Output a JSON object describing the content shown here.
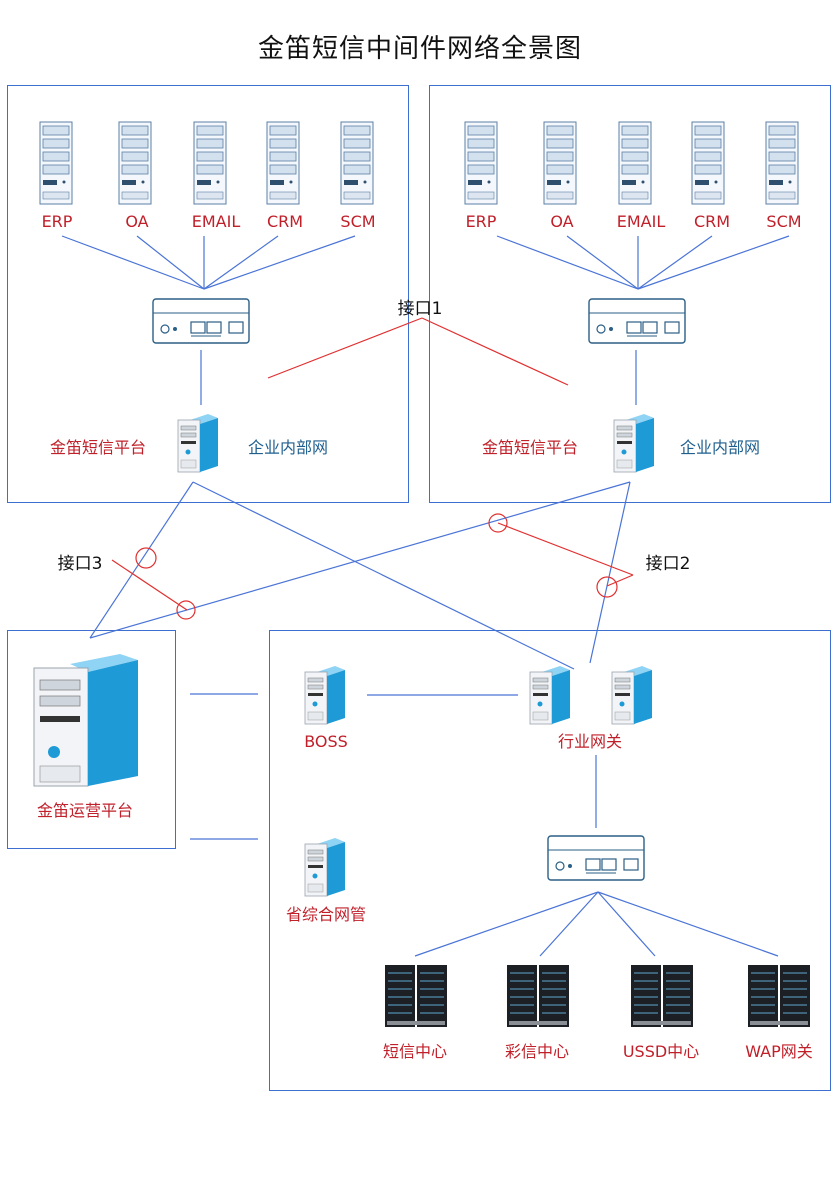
{
  "title": "金笛短信中间件网络全景图",
  "colors": {
    "blue_line": "#4a74d6",
    "red_line": "#e03030",
    "label_red": "#c0202a",
    "label_blue": "#1f5f8f"
  },
  "enterprise_left": {
    "apps": [
      "ERP",
      "OA",
      "EMAIL",
      "CRM",
      "SCM"
    ],
    "platform": "金笛短信平台",
    "network": "企业内部网"
  },
  "enterprise_right": {
    "apps": [
      "ERP",
      "OA",
      "EMAIL",
      "CRM",
      "SCM"
    ],
    "platform": "金笛短信平台",
    "network": "企业内部网"
  },
  "interfaces": {
    "if1": "接口1",
    "if2": "接口2",
    "if3": "接口3"
  },
  "operator": {
    "platform": "金笛运营平台"
  },
  "carrier": {
    "boss": "BOSS",
    "gateway": "行业网关",
    "province_nms": "省综合网管",
    "centers": [
      "短信中心",
      "彩信中心",
      "USSD中心",
      "WAP网关"
    ]
  }
}
